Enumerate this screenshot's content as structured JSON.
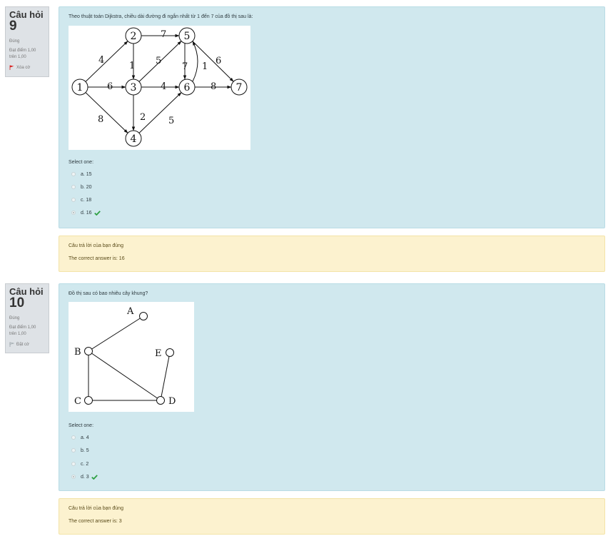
{
  "questions": [
    {
      "label": "Câu hỏi",
      "number": "9",
      "state": "Đúng",
      "grade_line1": "Đạt điểm 1,00",
      "grade_line2": "trên 1,00",
      "flag_label": "Xóa cờ",
      "flag_color": "#d9201f",
      "text": "Theo thuật toán Dijkstra, chiều dài đường đi ngắn nhất từ 1 đến 7 của đồ thị sau là:",
      "prompt": "Select one:",
      "options": [
        "a. 15",
        "b. 20",
        "c. 18",
        "d. 16"
      ],
      "selected_option": 3,
      "feedback_line1": "Câu trả lời của bạn đúng",
      "feedback_line2": "The correct answer is: 16",
      "graph": {
        "nodes": [
          "1",
          "2",
          "3",
          "4",
          "5",
          "6",
          "7"
        ],
        "edges": [
          {
            "from": "1",
            "to": "2",
            "weight": "4"
          },
          {
            "from": "1",
            "to": "3",
            "weight": "6"
          },
          {
            "from": "1",
            "to": "4",
            "weight": "8"
          },
          {
            "from": "2",
            "to": "3",
            "weight": "1"
          },
          {
            "from": "2",
            "to": "5",
            "weight": "7"
          },
          {
            "from": "3",
            "to": "5",
            "weight": "5"
          },
          {
            "from": "3",
            "to": "6",
            "weight": "4"
          },
          {
            "from": "3",
            "to": "4",
            "weight": "2"
          },
          {
            "from": "4",
            "to": "6",
            "weight": "5"
          },
          {
            "from": "5",
            "to": "6",
            "weight": "7"
          },
          {
            "from": "6",
            "to": "5",
            "weight": "1"
          },
          {
            "from": "5",
            "to": "7",
            "weight": "6"
          },
          {
            "from": "6",
            "to": "7",
            "weight": "8"
          }
        ]
      }
    },
    {
      "label": "Câu hỏi",
      "number": "10",
      "state": "Đúng",
      "grade_line1": "Đạt điểm 1,00",
      "grade_line2": "trên 1,00",
      "flag_label": "Đặt cờ",
      "flag_color": "#9aa3a8",
      "text": "Đồ thị sau có bao nhiêu cây khung?",
      "prompt": "Select one:",
      "options": [
        "a. 4",
        "b. 5",
        "c. 2",
        "d. 3"
      ],
      "selected_option": 3,
      "feedback_line1": "Câu trả lời của bạn đúng",
      "feedback_line2": "The correct answer is: 3",
      "graph": {
        "nodes": [
          "A",
          "B",
          "C",
          "D",
          "E"
        ],
        "edges": [
          {
            "from": "A",
            "to": "B"
          },
          {
            "from": "B",
            "to": "C"
          },
          {
            "from": "B",
            "to": "D"
          },
          {
            "from": "C",
            "to": "D"
          },
          {
            "from": "E",
            "to": "D"
          }
        ]
      }
    }
  ],
  "colors": {
    "check": "#2ea043",
    "content_bg": "#d0e8ee",
    "feedback_bg": "#fcf2cf"
  },
  "icons": {
    "check": "check-icon",
    "flag": "flag-icon"
  }
}
